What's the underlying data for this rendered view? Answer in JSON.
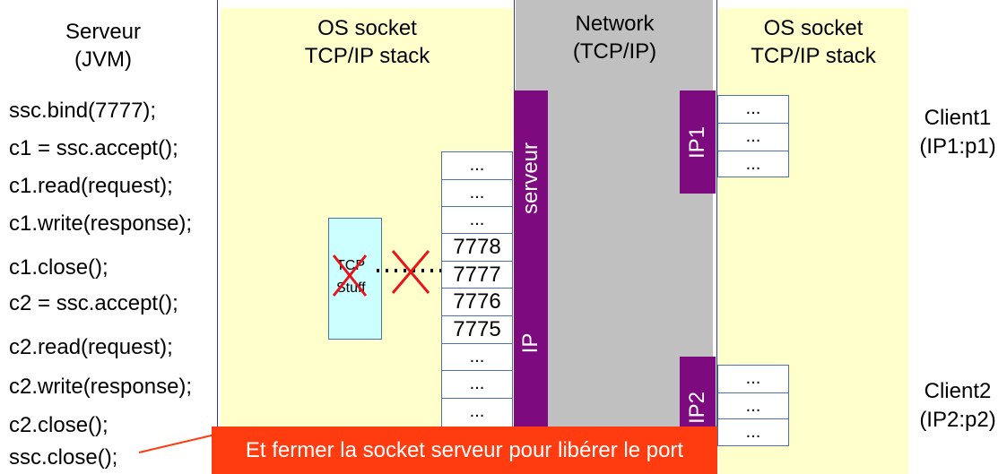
{
  "server": {
    "title_line1": "Serveur",
    "title_line2": "(JVM)",
    "code": [
      "ssc.bind(7777);",
      "c1 = ssc.accept();",
      "c1.read(request);",
      "c1.write(response);",
      "c1.close();",
      "c2 = ssc.accept();",
      "c2.read(request);",
      "c2.write(response);",
      "c2.close();",
      "ssc.close();"
    ]
  },
  "os_left": {
    "line1": "OS socket",
    "line2": "TCP/IP stack"
  },
  "network": {
    "line1": "Network",
    "line2": "(TCP/IP)"
  },
  "os_right": {
    "line1": "OS socket",
    "line2": "TCP/IP stack"
  },
  "tcp_box": {
    "line1": "TCP",
    "line2": "Stuff"
  },
  "server_ports": [
    "...",
    "...",
    "...",
    "7778",
    "7777",
    "7776",
    "7775",
    "...",
    "...",
    "..."
  ],
  "server_bar_labels": {
    "top": "serveur",
    "bottom": "IP"
  },
  "client1": {
    "bar_label": "IP1",
    "ports": [
      "...",
      "...",
      "..."
    ],
    "line1": "Client1",
    "line2": "(IP1:p1)"
  },
  "client2": {
    "bar_label": "IP2",
    "ports": [
      "...",
      "...",
      "..."
    ],
    "line1": "Client2",
    "line2": "(IP2:p2)"
  },
  "callout": {
    "text": "Et fermer la socket serveur pour libérer le port"
  },
  "colors": {
    "yellow_panel": "#ffffcc",
    "network_gray": "#c0c0c0",
    "purple": "#7d0a7e",
    "tcp_box": "#ccffff",
    "callout": "#ff3b10",
    "cross": "#e8141c"
  }
}
